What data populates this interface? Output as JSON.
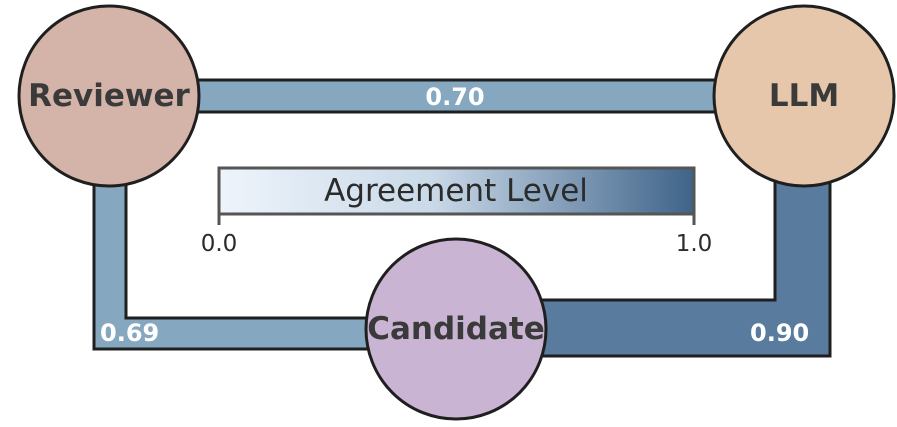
{
  "nodes": {
    "reviewer": {
      "label": "Reviewer",
      "color": "#d4b4a8"
    },
    "llm": {
      "label": "LLM",
      "color": "#e6c7ab"
    },
    "candidate": {
      "label": "Candidate",
      "color": "#c9b5d3"
    }
  },
  "edges": {
    "reviewer_llm": {
      "label": "0.70",
      "value": 0.7
    },
    "reviewer_candidate": {
      "label": "0.69",
      "value": 0.69
    },
    "llm_candidate": {
      "label": "0.90",
      "value": 0.9
    }
  },
  "legend": {
    "title": "Agreement Level",
    "min_label": "0.0",
    "max_label": "1.0",
    "color_low": "#eef4fb",
    "color_high": "#3f6389"
  },
  "colors": {
    "outline": "#1f1f1f",
    "edge_mid": "#86a7c0",
    "edge_high": "#587b9e"
  }
}
